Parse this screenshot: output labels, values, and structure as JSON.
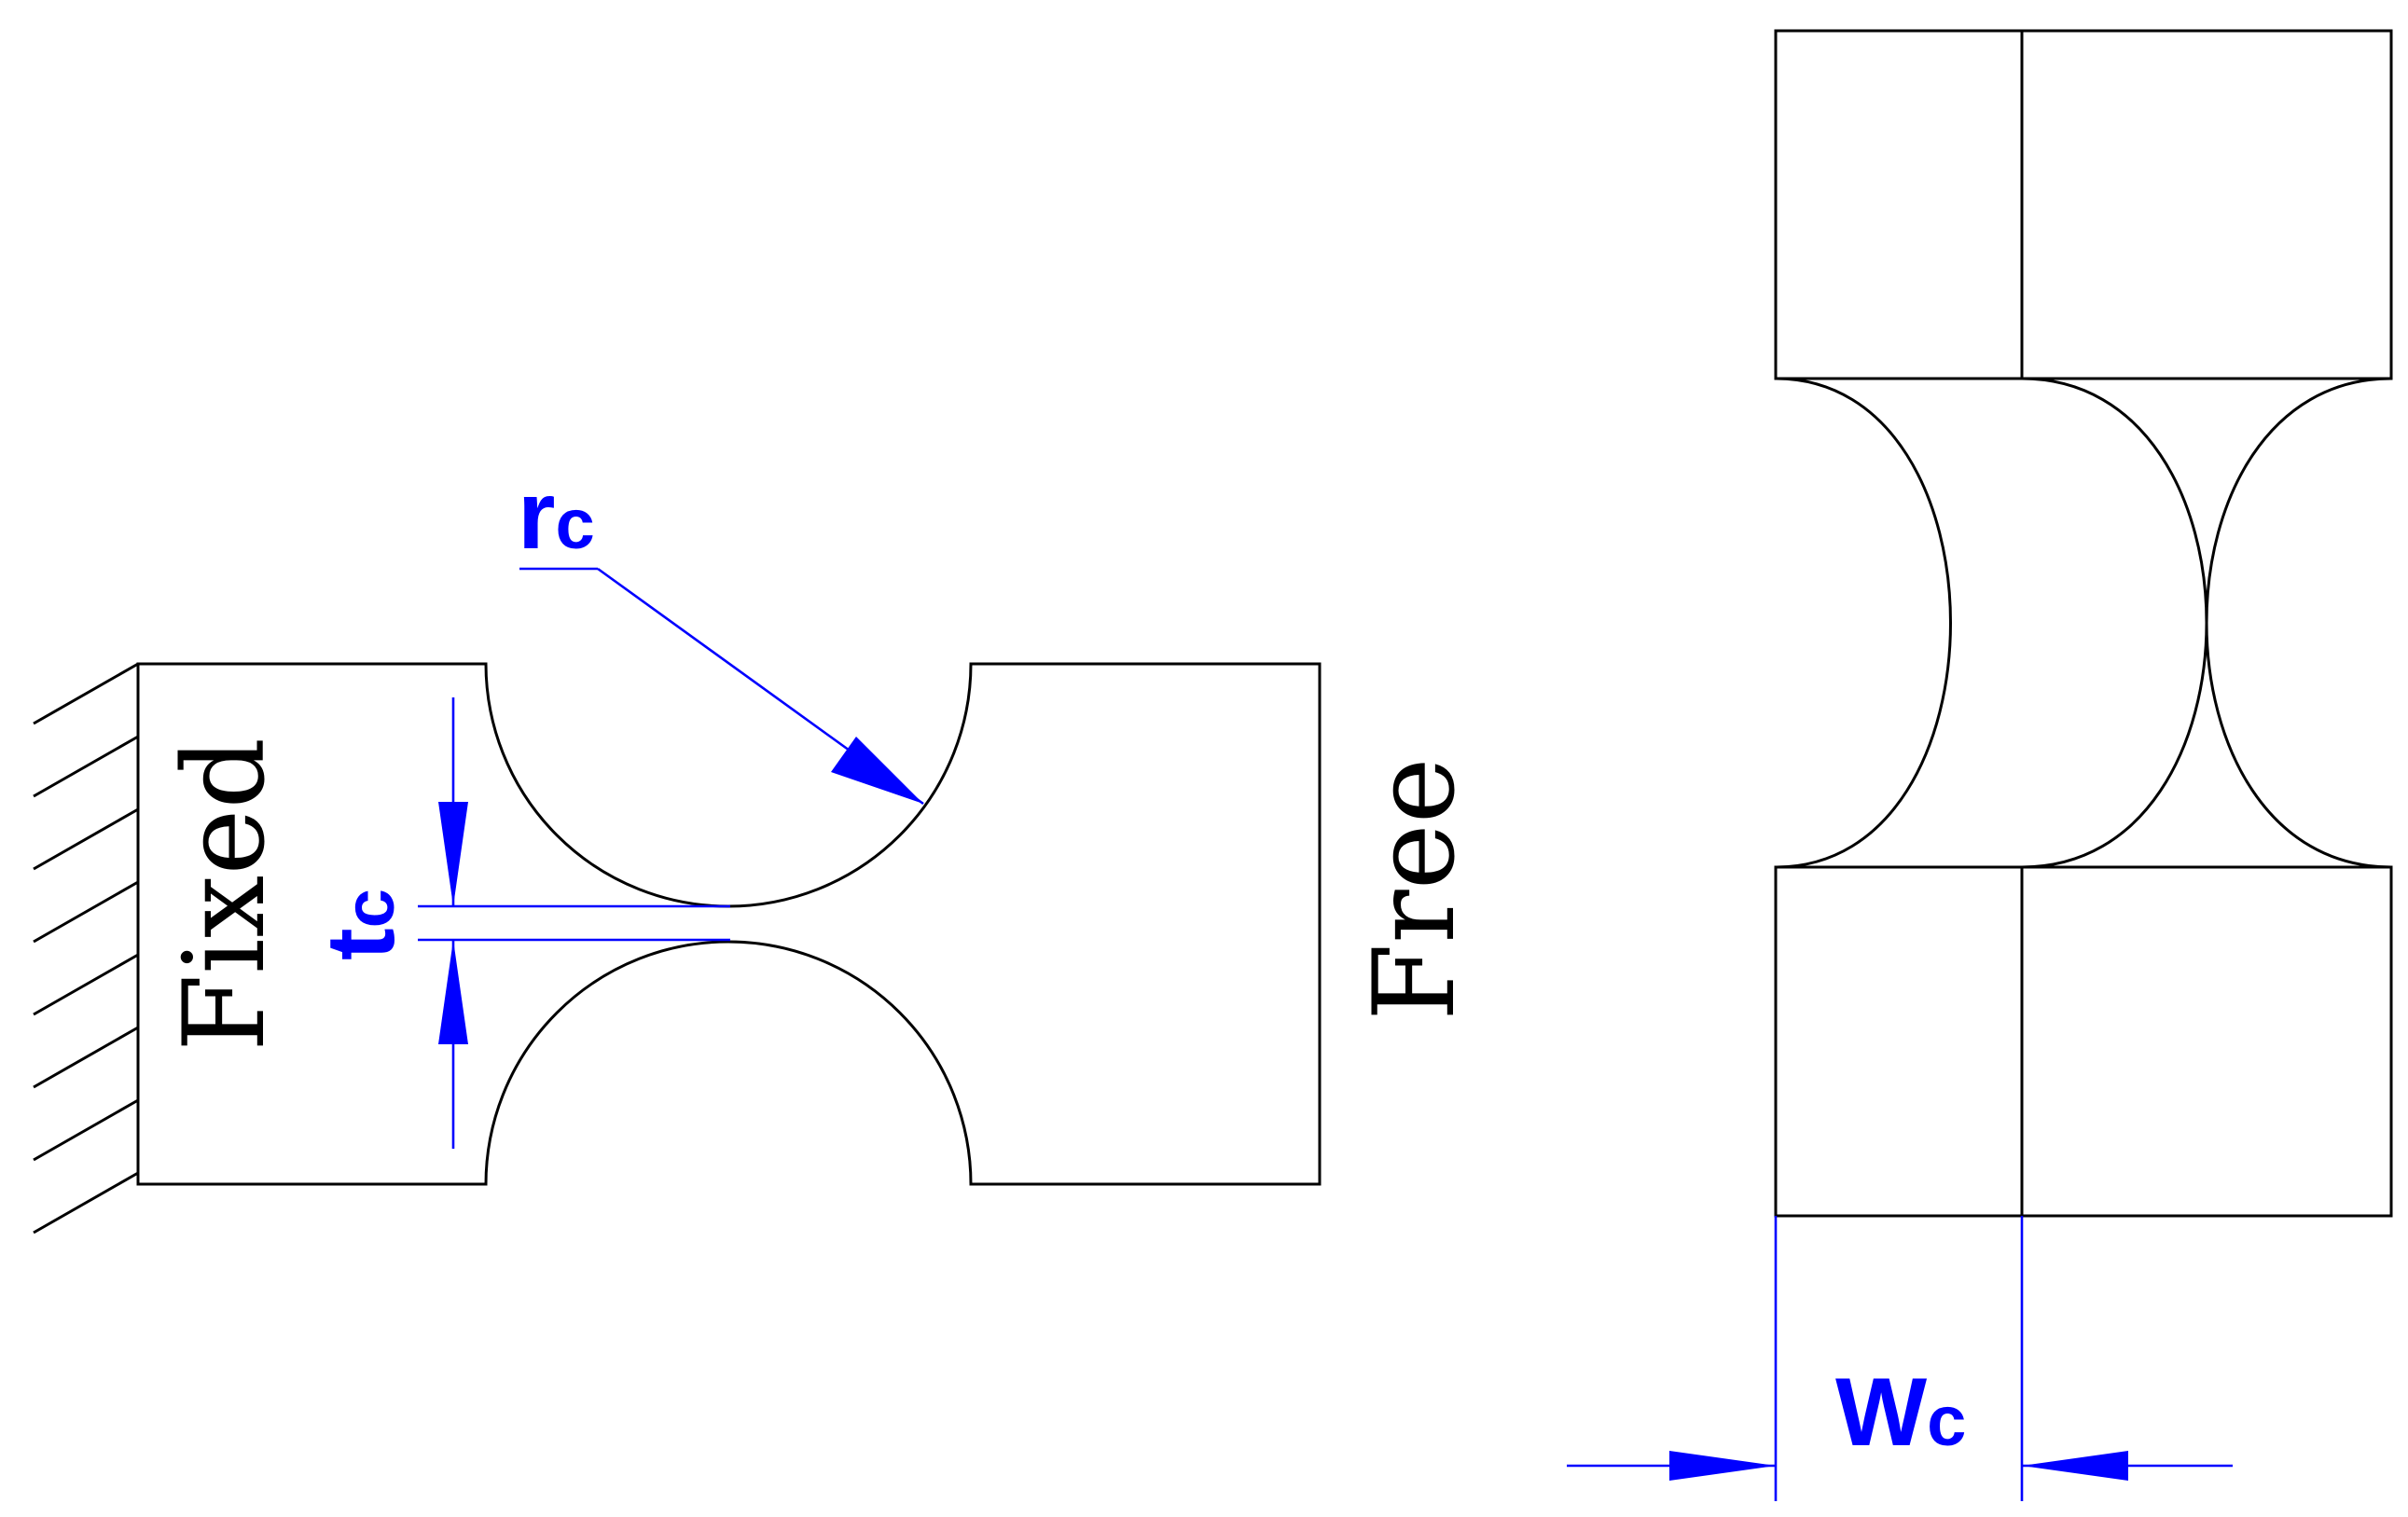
{
  "labels": {
    "fixed": "Fixed",
    "free": "Free",
    "radius_main": "r",
    "radius_sub": "c",
    "thickness_main": "t",
    "thickness_sub": "c",
    "width_main": "W",
    "width_sub": "c"
  },
  "colors": {
    "outline": "#000000",
    "dimension": "#0000ff"
  }
}
